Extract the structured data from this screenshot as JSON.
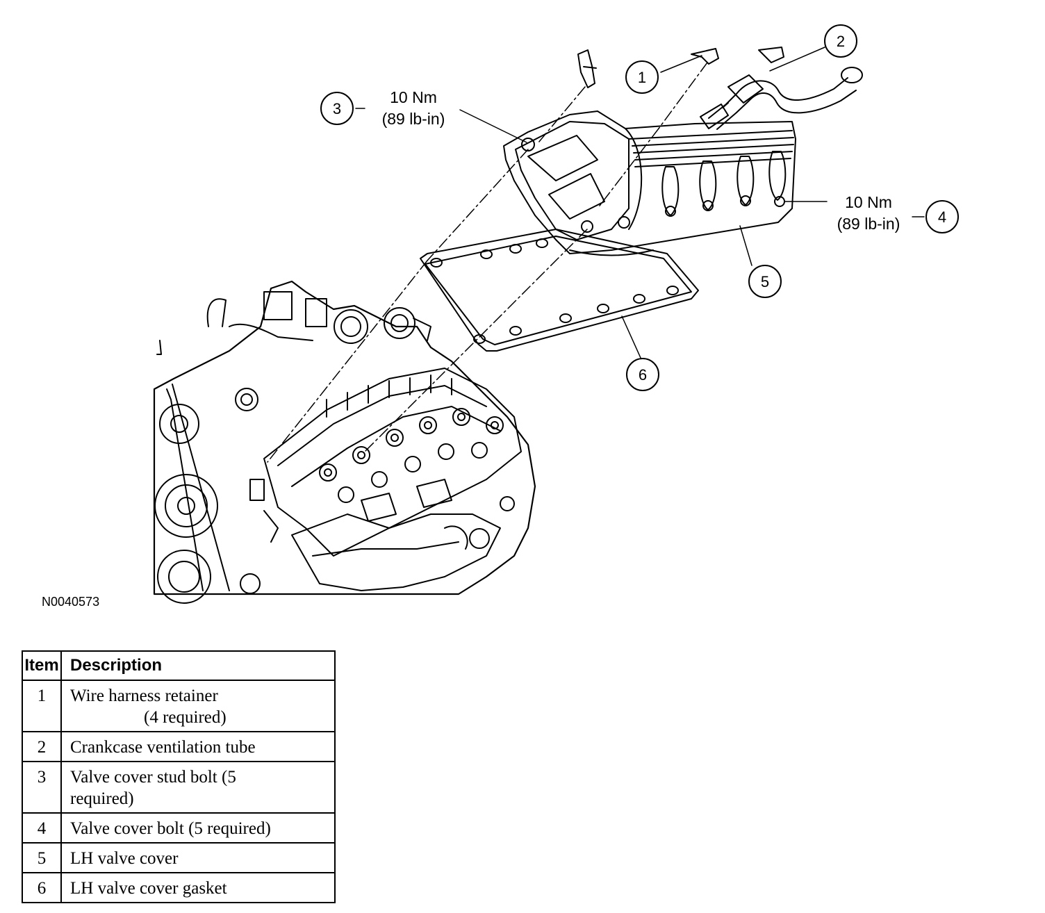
{
  "callouts": [
    {
      "number": "1"
    },
    {
      "number": "2"
    },
    {
      "number": "3"
    },
    {
      "number": "4"
    },
    {
      "number": "5"
    },
    {
      "number": "6"
    }
  ],
  "torque_labels": [
    {
      "value": "10 Nm",
      "imperial": "(89 lb-in)"
    },
    {
      "value": "10 Nm",
      "imperial": "(89 lb-in)"
    }
  ],
  "figure_id": "N0040573",
  "legend": {
    "headers": {
      "item": "Item",
      "description": "Description"
    },
    "rows": [
      {
        "item": "1",
        "description": "Wire harness retainer",
        "description_cont": "(4 required)"
      },
      {
        "item": "2",
        "description": "Crankcase ventilation tube",
        "description_cont": ""
      },
      {
        "item": "3",
        "description": "Valve cover stud bolt (5 required)",
        "description_cont": ""
      },
      {
        "item": "4",
        "description": "Valve cover bolt (5 required)",
        "description_cont": ""
      },
      {
        "item": "5",
        "description": "LH valve cover",
        "description_cont": ""
      },
      {
        "item": "6",
        "description": "LH valve cover gasket",
        "description_cont": ""
      }
    ]
  }
}
